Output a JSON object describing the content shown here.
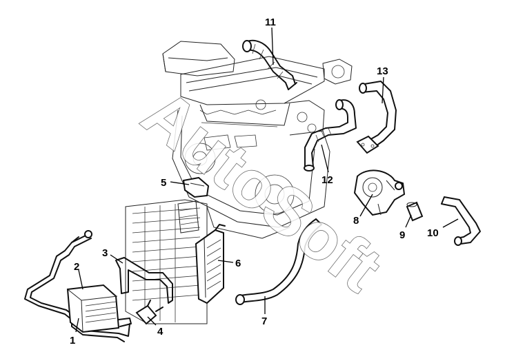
{
  "watermark": "AutoSoft",
  "callouts": [
    {
      "id": "1",
      "label": "1"
    },
    {
      "id": "2",
      "label": "2"
    },
    {
      "id": "3",
      "label": "3"
    },
    {
      "id": "4",
      "label": "4"
    },
    {
      "id": "5",
      "label": "5"
    },
    {
      "id": "6",
      "label": "6"
    },
    {
      "id": "7",
      "label": "7"
    },
    {
      "id": "8",
      "label": "8"
    },
    {
      "id": "9",
      "label": "9"
    },
    {
      "id": "10",
      "label": "10"
    },
    {
      "id": "11",
      "label": "11"
    },
    {
      "id": "12",
      "label": "12"
    },
    {
      "id": "13",
      "label": "13"
    }
  ],
  "colors": {
    "line": "#111111",
    "background": "#ffffff"
  }
}
